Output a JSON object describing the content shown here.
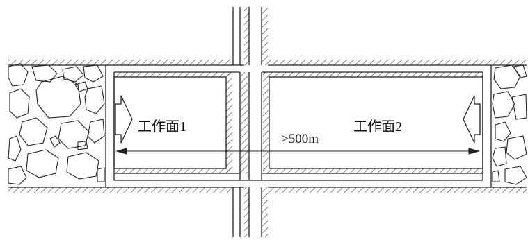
{
  "diagram": {
    "labels": {
      "face_1": "工作面1",
      "face_2": "工作面2",
      "distance": ">500m"
    },
    "colors": {
      "line": "#222222",
      "hatch": "#333333",
      "background": "#ffffff"
    }
  }
}
